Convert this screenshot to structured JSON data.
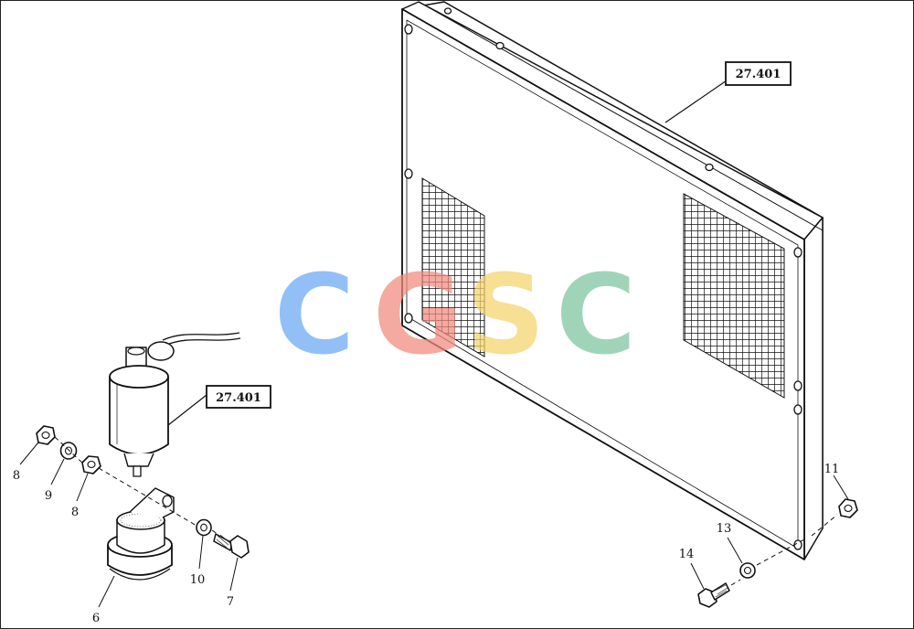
{
  "diagram": {
    "reference_labels": [
      "27.401",
      "27.401"
    ],
    "callouts": [
      "8",
      "9",
      "8",
      "6",
      "10",
      "7",
      "11",
      "13",
      "14"
    ]
  },
  "watermark": {
    "text": "CGSC",
    "colors": [
      "#6aa7f5",
      "#f08a7c",
      "#f5d36a",
      "#7cc49e"
    ]
  }
}
